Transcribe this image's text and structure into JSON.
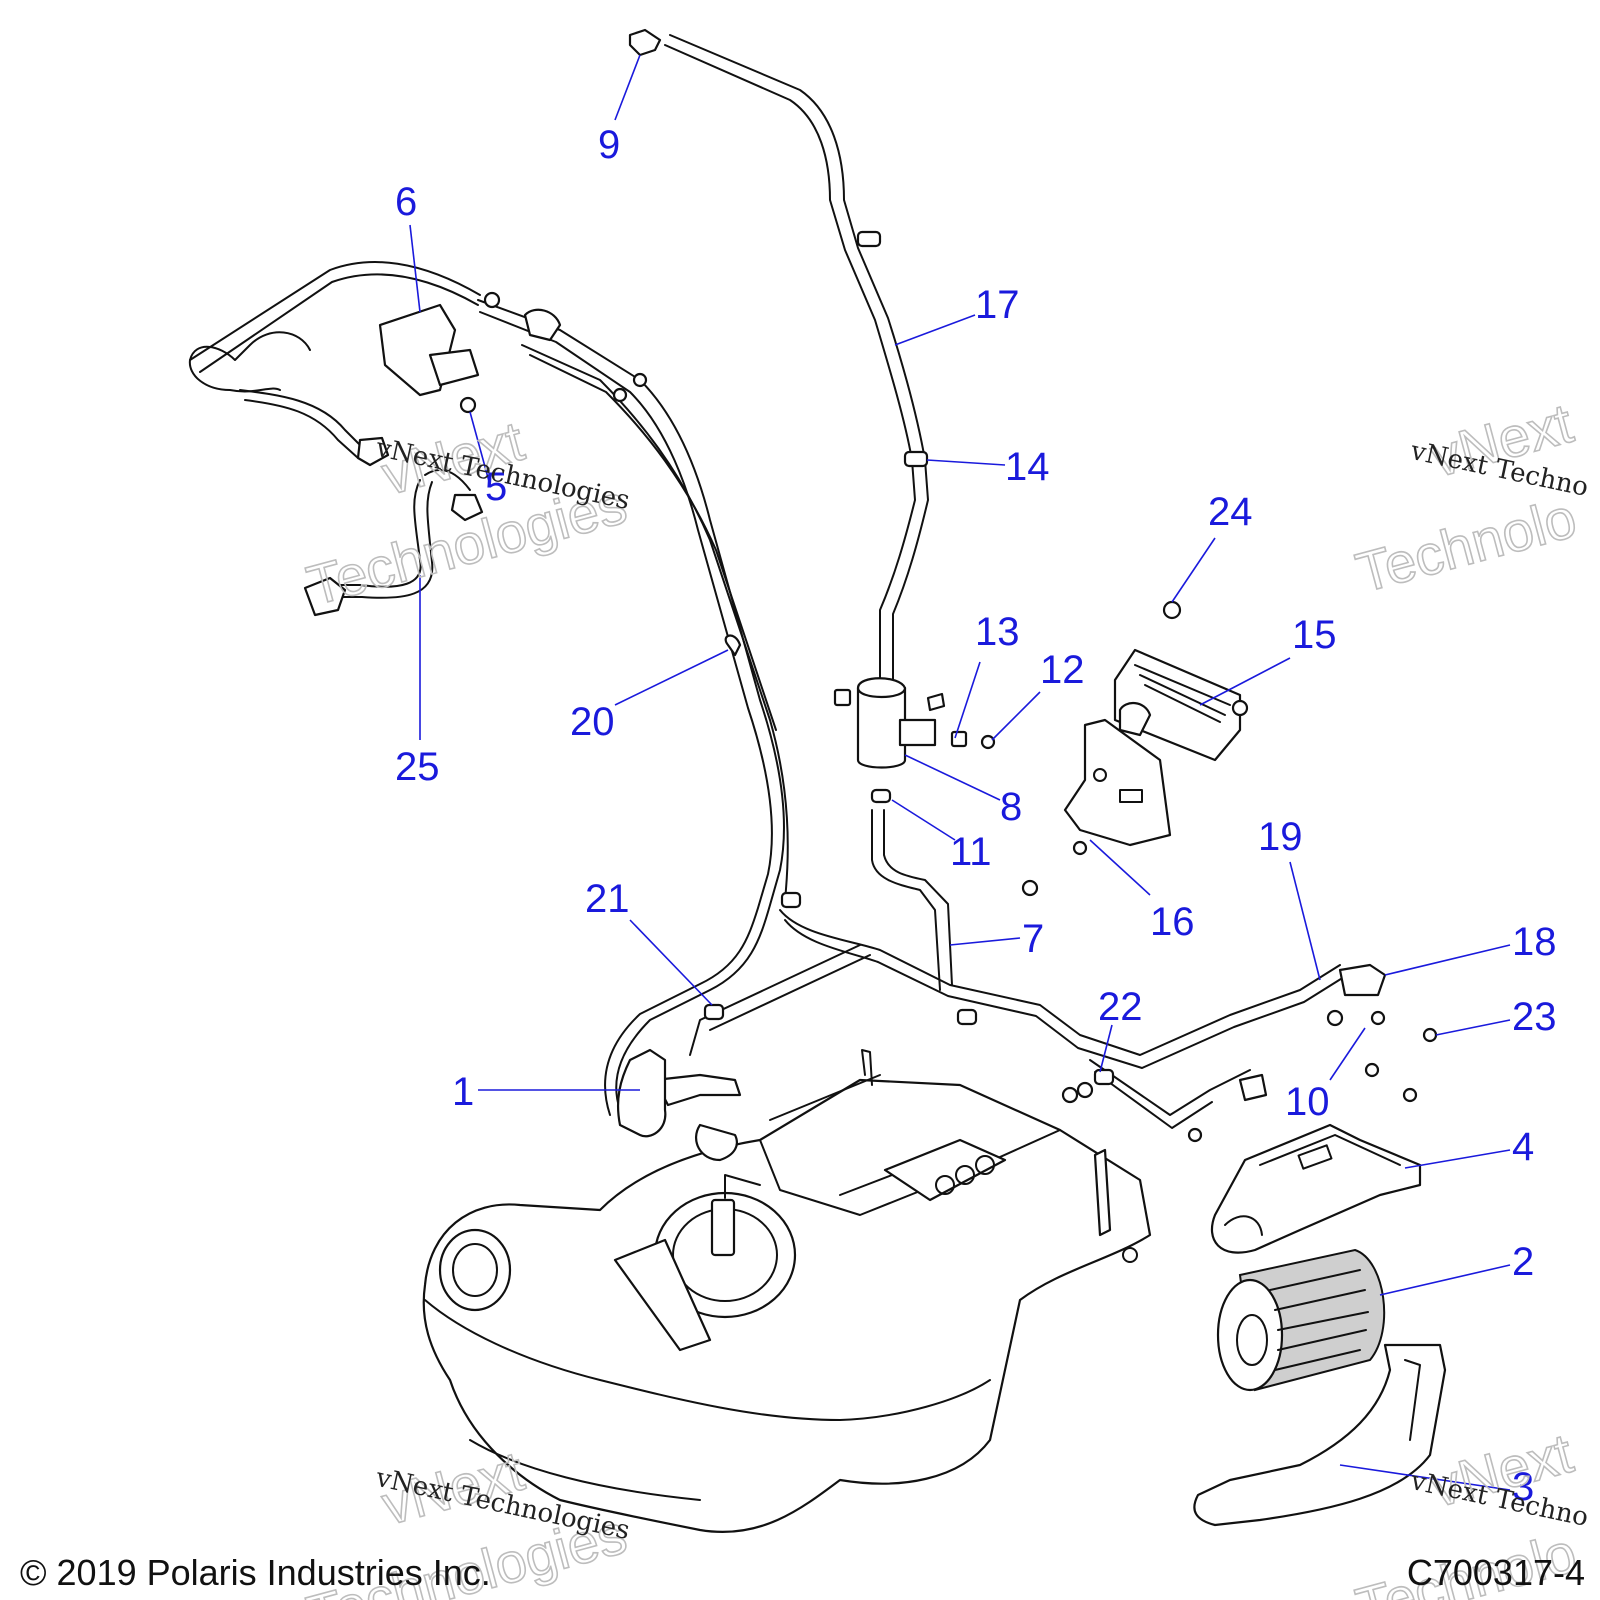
{
  "callouts": [
    {
      "label": "1"
    },
    {
      "label": "2"
    },
    {
      "label": "3"
    },
    {
      "label": "4"
    },
    {
      "label": "5"
    },
    {
      "label": "6"
    },
    {
      "label": "7"
    },
    {
      "label": "8"
    },
    {
      "label": "9"
    },
    {
      "label": "10"
    },
    {
      "label": "11"
    },
    {
      "label": "12"
    },
    {
      "label": "13"
    },
    {
      "label": "14"
    },
    {
      "label": "15"
    },
    {
      "label": "16"
    },
    {
      "label": "17"
    },
    {
      "label": "18"
    },
    {
      "label": "19"
    },
    {
      "label": "20"
    },
    {
      "label": "21"
    },
    {
      "label": "22"
    },
    {
      "label": "23"
    },
    {
      "label": "24"
    },
    {
      "label": "25"
    }
  ],
  "watermark": {
    "small": "vNext Technologies",
    "big_top": "vNext",
    "big_bottom": "Technologies",
    "right_small": "vNext Techno",
    "right_big_top": "vNext",
    "right_big_bottom": "Technolo"
  },
  "footer": {
    "copyright": "© 2019 Polaris Industries Inc.",
    "drawing_code": "C700317-4"
  },
  "colors": {
    "callout": "#1a1adc",
    "line": "#111111",
    "watermark": "#bdbdbd"
  }
}
